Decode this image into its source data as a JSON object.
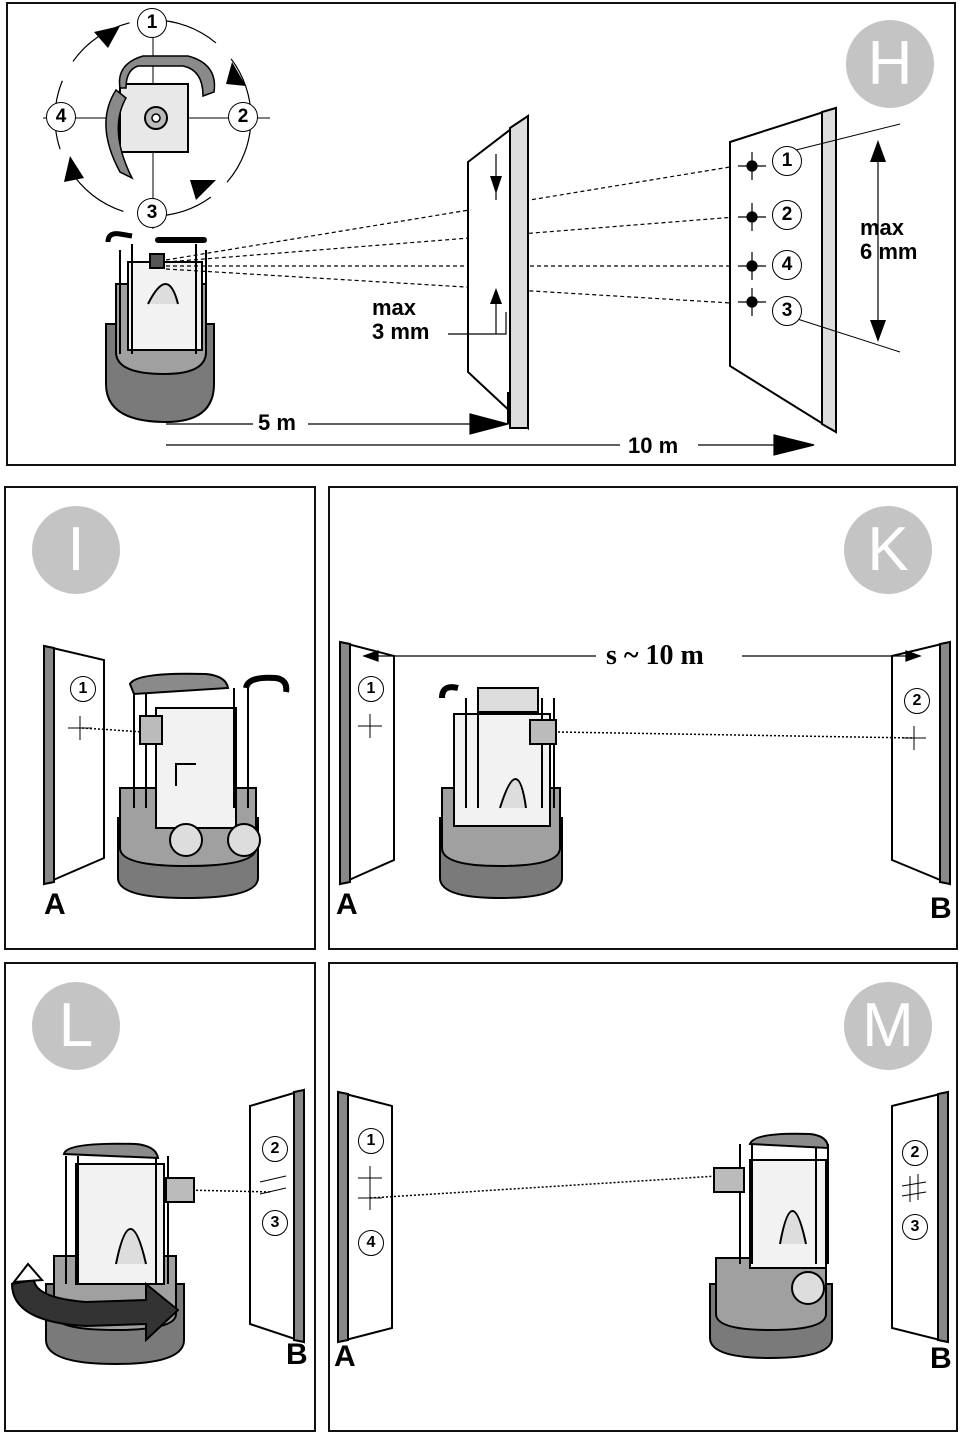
{
  "panels": {
    "H": {
      "badge": "H",
      "dial": [
        "1",
        "2",
        "3",
        "4"
      ],
      "points": [
        "1",
        "2",
        "4",
        "3"
      ],
      "max_near": [
        "max",
        "3 mm"
      ],
      "max_far": [
        "max",
        "6 mm"
      ],
      "dist_near": "5 m",
      "dist_far": "10 m"
    },
    "I": {
      "badge": "I",
      "mark": "1",
      "wall": "A"
    },
    "K": {
      "badge": "K",
      "distance": "s ~ 10 m",
      "mark_a": "1",
      "mark_b": "2",
      "wall_a": "A",
      "wall_b": "B"
    },
    "L": {
      "badge": "L",
      "mark_top": "2",
      "mark_bottom": "3",
      "wall": "B"
    },
    "M": {
      "badge": "M",
      "marks_a": [
        "1",
        "4"
      ],
      "marks_b": [
        "2",
        "3"
      ],
      "wall_a": "A",
      "wall_b": "B"
    }
  },
  "colors": {
    "badge": "#c4c4c4",
    "device_grey": "#9a9a9a",
    "device_dark": "#6a6a6a",
    "line": "#000000"
  }
}
